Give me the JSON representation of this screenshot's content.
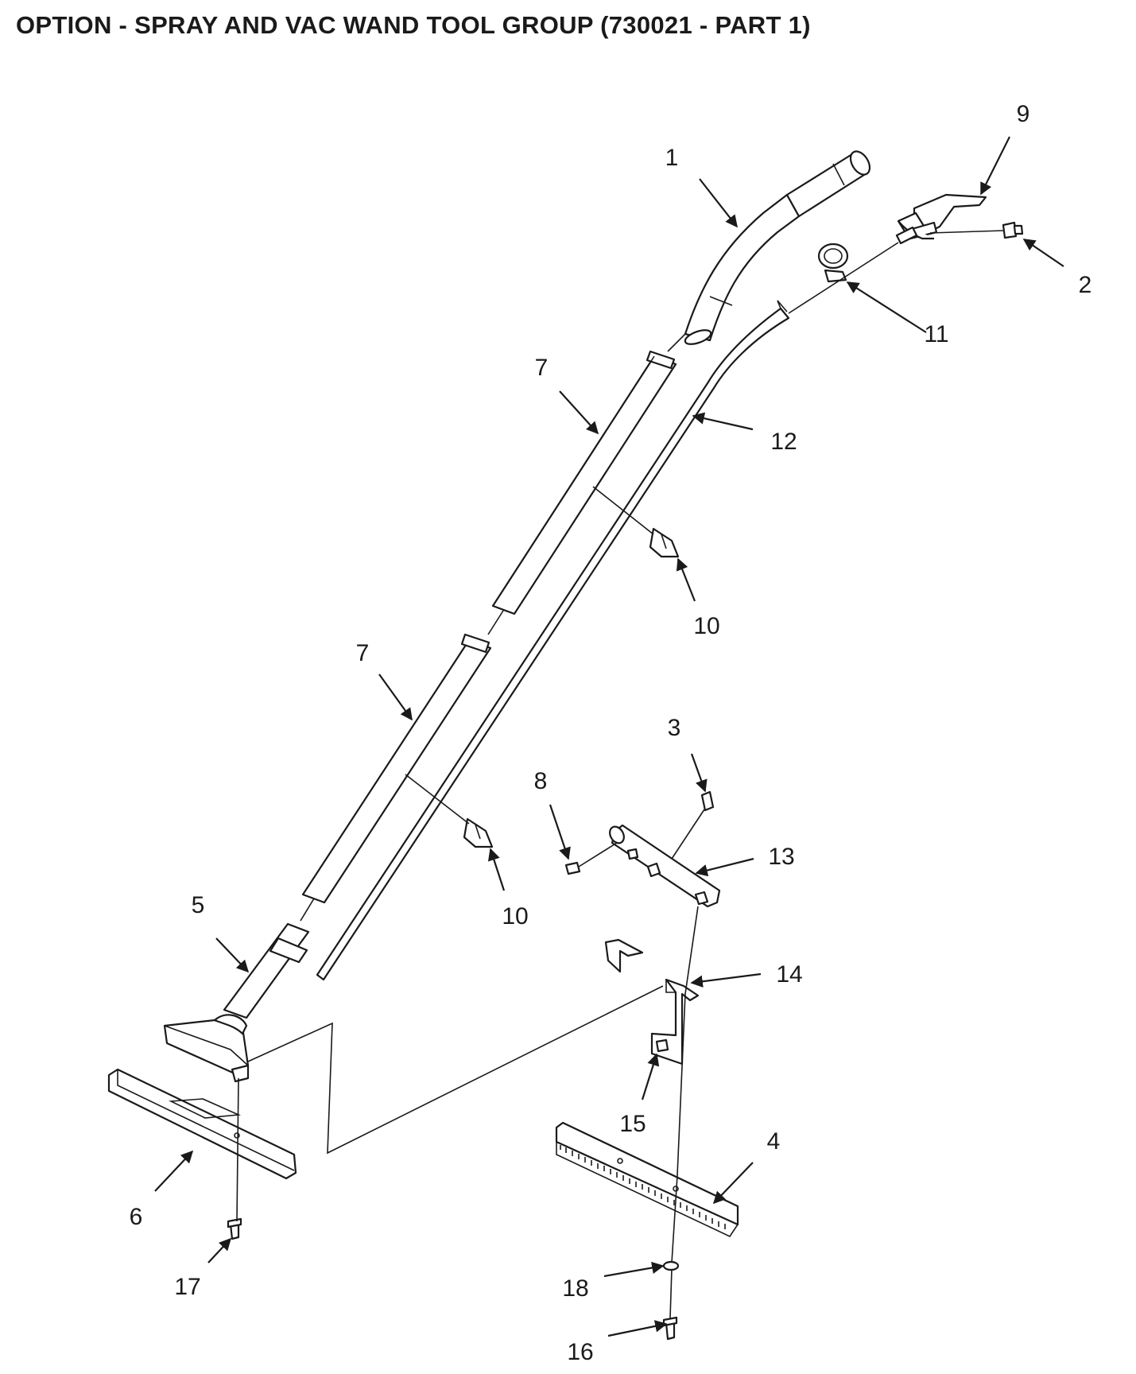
{
  "title": "OPTION - SPRAY AND VAC WAND TOOL GROUP (730021 - PART 1)",
  "callouts": [
    {
      "id": "c1",
      "label": "1"
    },
    {
      "id": "c2",
      "label": "2"
    },
    {
      "id": "c3",
      "label": "3"
    },
    {
      "id": "c4",
      "label": "4"
    },
    {
      "id": "c5",
      "label": "5"
    },
    {
      "id": "c6",
      "label": "6"
    },
    {
      "id": "c7a",
      "label": "7"
    },
    {
      "id": "c7b",
      "label": "7"
    },
    {
      "id": "c8",
      "label": "8"
    },
    {
      "id": "c9",
      "label": "9"
    },
    {
      "id": "c10a",
      "label": "10"
    },
    {
      "id": "c10b",
      "label": "10"
    },
    {
      "id": "c11",
      "label": "11"
    },
    {
      "id": "c12",
      "label": "12"
    },
    {
      "id": "c13",
      "label": "13"
    },
    {
      "id": "c14",
      "label": "14"
    },
    {
      "id": "c15",
      "label": "15"
    },
    {
      "id": "c16",
      "label": "16"
    },
    {
      "id": "c17",
      "label": "17"
    },
    {
      "id": "c18",
      "label": "18"
    }
  ]
}
